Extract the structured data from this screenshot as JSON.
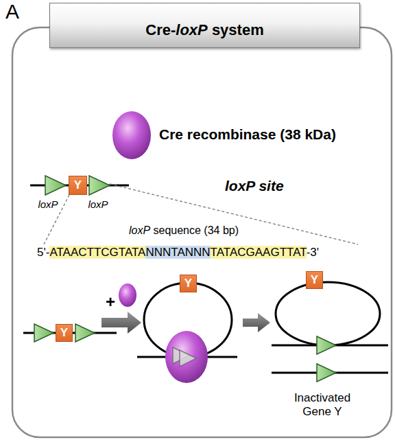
{
  "diagram": {
    "nodes": [
      {
        "text": [
          "Cre-loxP system"
        ]
      },
      {
        "text": [
          "Y"
        ]
      },
      {
        "text": [
          "Y"
        ]
      },
      {
        "text": [
          "Y"
        ]
      },
      {
        "text": [
          "Y"
        ]
      }
    ],
    "labels": [
      "A",
      "Cre recombinase (38 kDa)",
      "loxP",
      "loxP",
      "loxP site",
      "loxP sequence (34 bp)",
      "5'-ATAACTTCGTATANNNTANNNTATACGAAGTTAT-3'",
      "+",
      "Inactivated Gene Y"
    ]
  }
}
